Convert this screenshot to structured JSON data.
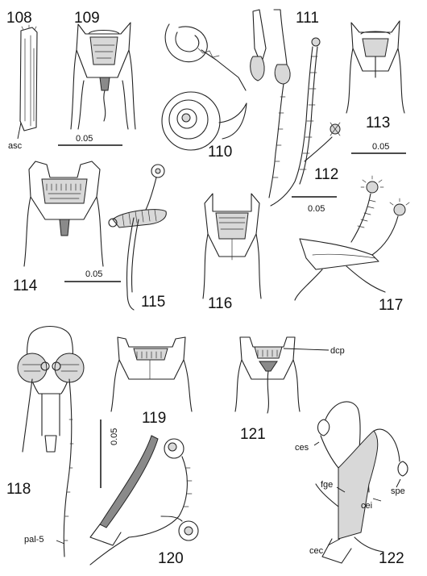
{
  "figure_numbers": {
    "f108": "108",
    "f109": "109",
    "f110": "110",
    "f111": "111",
    "f112": "112",
    "f113": "113",
    "f114": "114",
    "f115": "115",
    "f116": "116",
    "f117": "117",
    "f118": "118",
    "f119": "119",
    "f120": "120",
    "f121": "121",
    "f122": "122"
  },
  "labels": {
    "asc": "asc",
    "dcp": "dcp",
    "pal5": "pal-5",
    "ces": "ces",
    "spe": "spe",
    "fge": "fge",
    "cei": "cei",
    "cec": "cec"
  },
  "scale_bars": {
    "fig109": "0.05",
    "fig113": "0.05",
    "fig112": "0.05",
    "fig114": "0.05",
    "fig119": "0.05"
  }
}
